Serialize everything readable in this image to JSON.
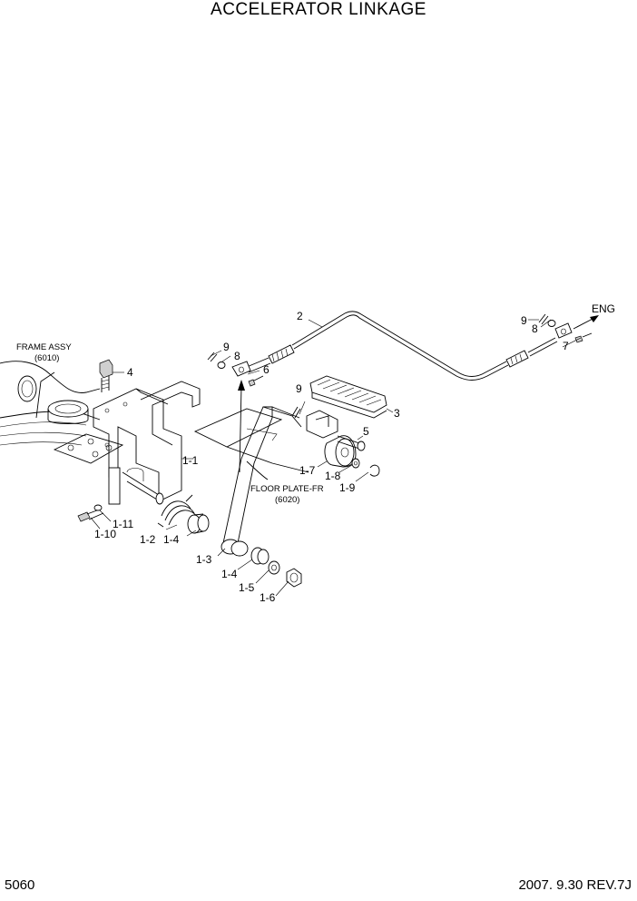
{
  "title": "ACCELERATOR LINKAGE",
  "footer": {
    "page_number": "5060",
    "date_rev": "2007. 9.30  REV.7J"
  },
  "references": {
    "frame_assy": "FRAME ASSY",
    "frame_assy_code": "(6010)",
    "floor_plate": "FLOOR PLATE-FR",
    "floor_plate_code": "(6020)",
    "eng": "ENG"
  },
  "callouts": {
    "c2": "2",
    "c3": "3",
    "c4": "4",
    "c5": "5",
    "c6": "6",
    "c7": "7",
    "c8a": "8",
    "c8b": "8",
    "c9a": "9",
    "c9b": "9",
    "c9c": "9",
    "c1_1": "1-1",
    "c1_2": "1-2",
    "c1_3": "1-3",
    "c1_4a": "1-4",
    "c1_4b": "1-4",
    "c1_5": "1-5",
    "c1_6": "1-6",
    "c1_7": "1-7",
    "c1_8": "1-8",
    "c1_9": "1-9",
    "c1_10": "1-10",
    "c1_11": "1-11"
  }
}
